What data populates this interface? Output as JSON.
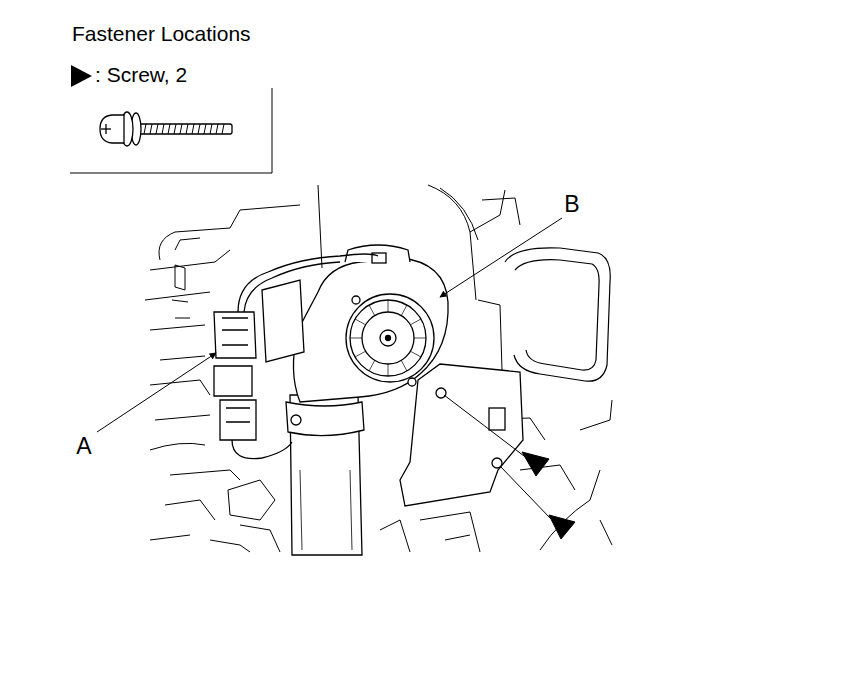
{
  "diagram": {
    "title": "Fastener Locations",
    "labels": [
      "A",
      "B"
    ],
    "legend": [
      {
        "text": ": Screw, 2"
      }
    ]
  }
}
